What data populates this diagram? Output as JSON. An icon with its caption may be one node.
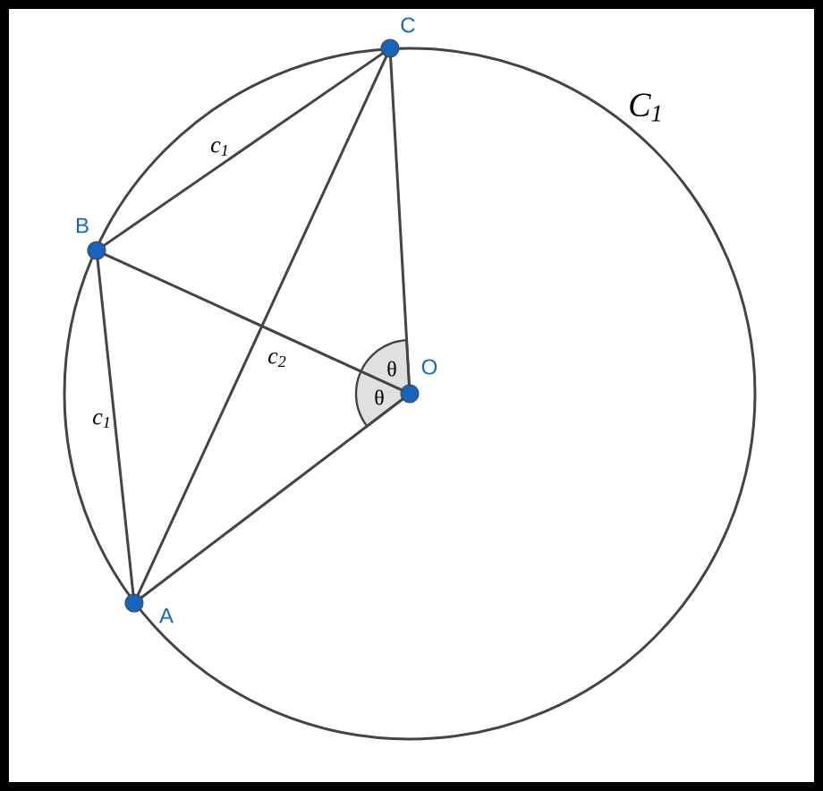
{
  "diagram": {
    "nodes": [
      {
        "text": [
          "C"
        ]
      },
      {
        "text": [
          "B"
        ]
      },
      {
        "text": [
          "O"
        ]
      },
      {
        "text": [
          "A"
        ]
      }
    ],
    "edges": [
      {
        "from": 1,
        "to": 0,
        "arrow": "none",
        "label": "c$_{1}$"
      },
      {
        "from": 1,
        "to": 3,
        "arrow": "none",
        "label": "c$_{1}$"
      },
      {
        "from": 3,
        "to": 0,
        "arrow": "none",
        "label": "c$_{2}$"
      },
      {
        "from": 2,
        "to": 1,
        "arrow": "none"
      },
      {
        "from": 2,
        "to": 0,
        "arrow": "none"
      },
      {
        "from": 2,
        "to": 3,
        "arrow": "none"
      }
    ],
    "labels": [
      "C$_{1}$",
      "θ",
      "θ"
    ]
  }
}
